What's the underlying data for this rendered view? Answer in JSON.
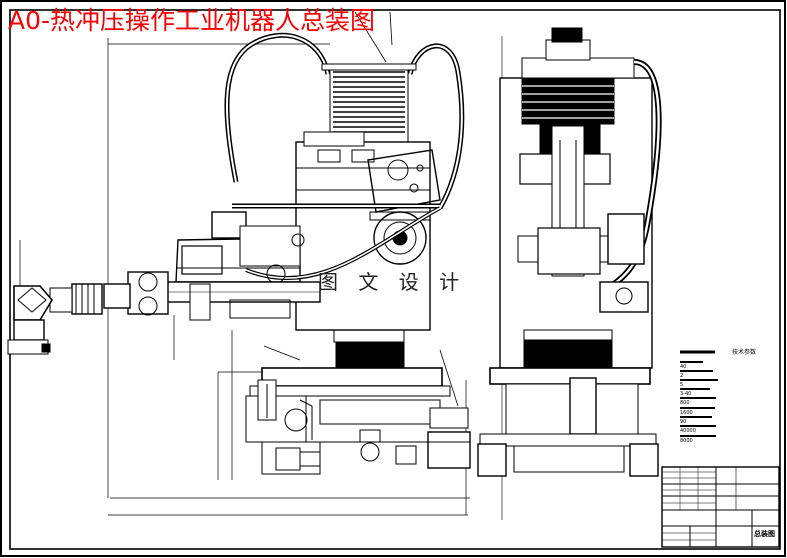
{
  "drawing": {
    "title": "A0-热冲压操作工业机器人总装图",
    "watermark": "图 文 设 计",
    "colors": {
      "title": "#ff0000",
      "line": "#000000",
      "background": "#ffffff"
    }
  },
  "spec_table": {
    "heading": "技术参数",
    "values": [
      "40",
      "2",
      "5",
      "3-40",
      "800",
      "1600",
      "90",
      "40000",
      "8000"
    ]
  },
  "title_block": {
    "sheet_name": "总装图"
  }
}
